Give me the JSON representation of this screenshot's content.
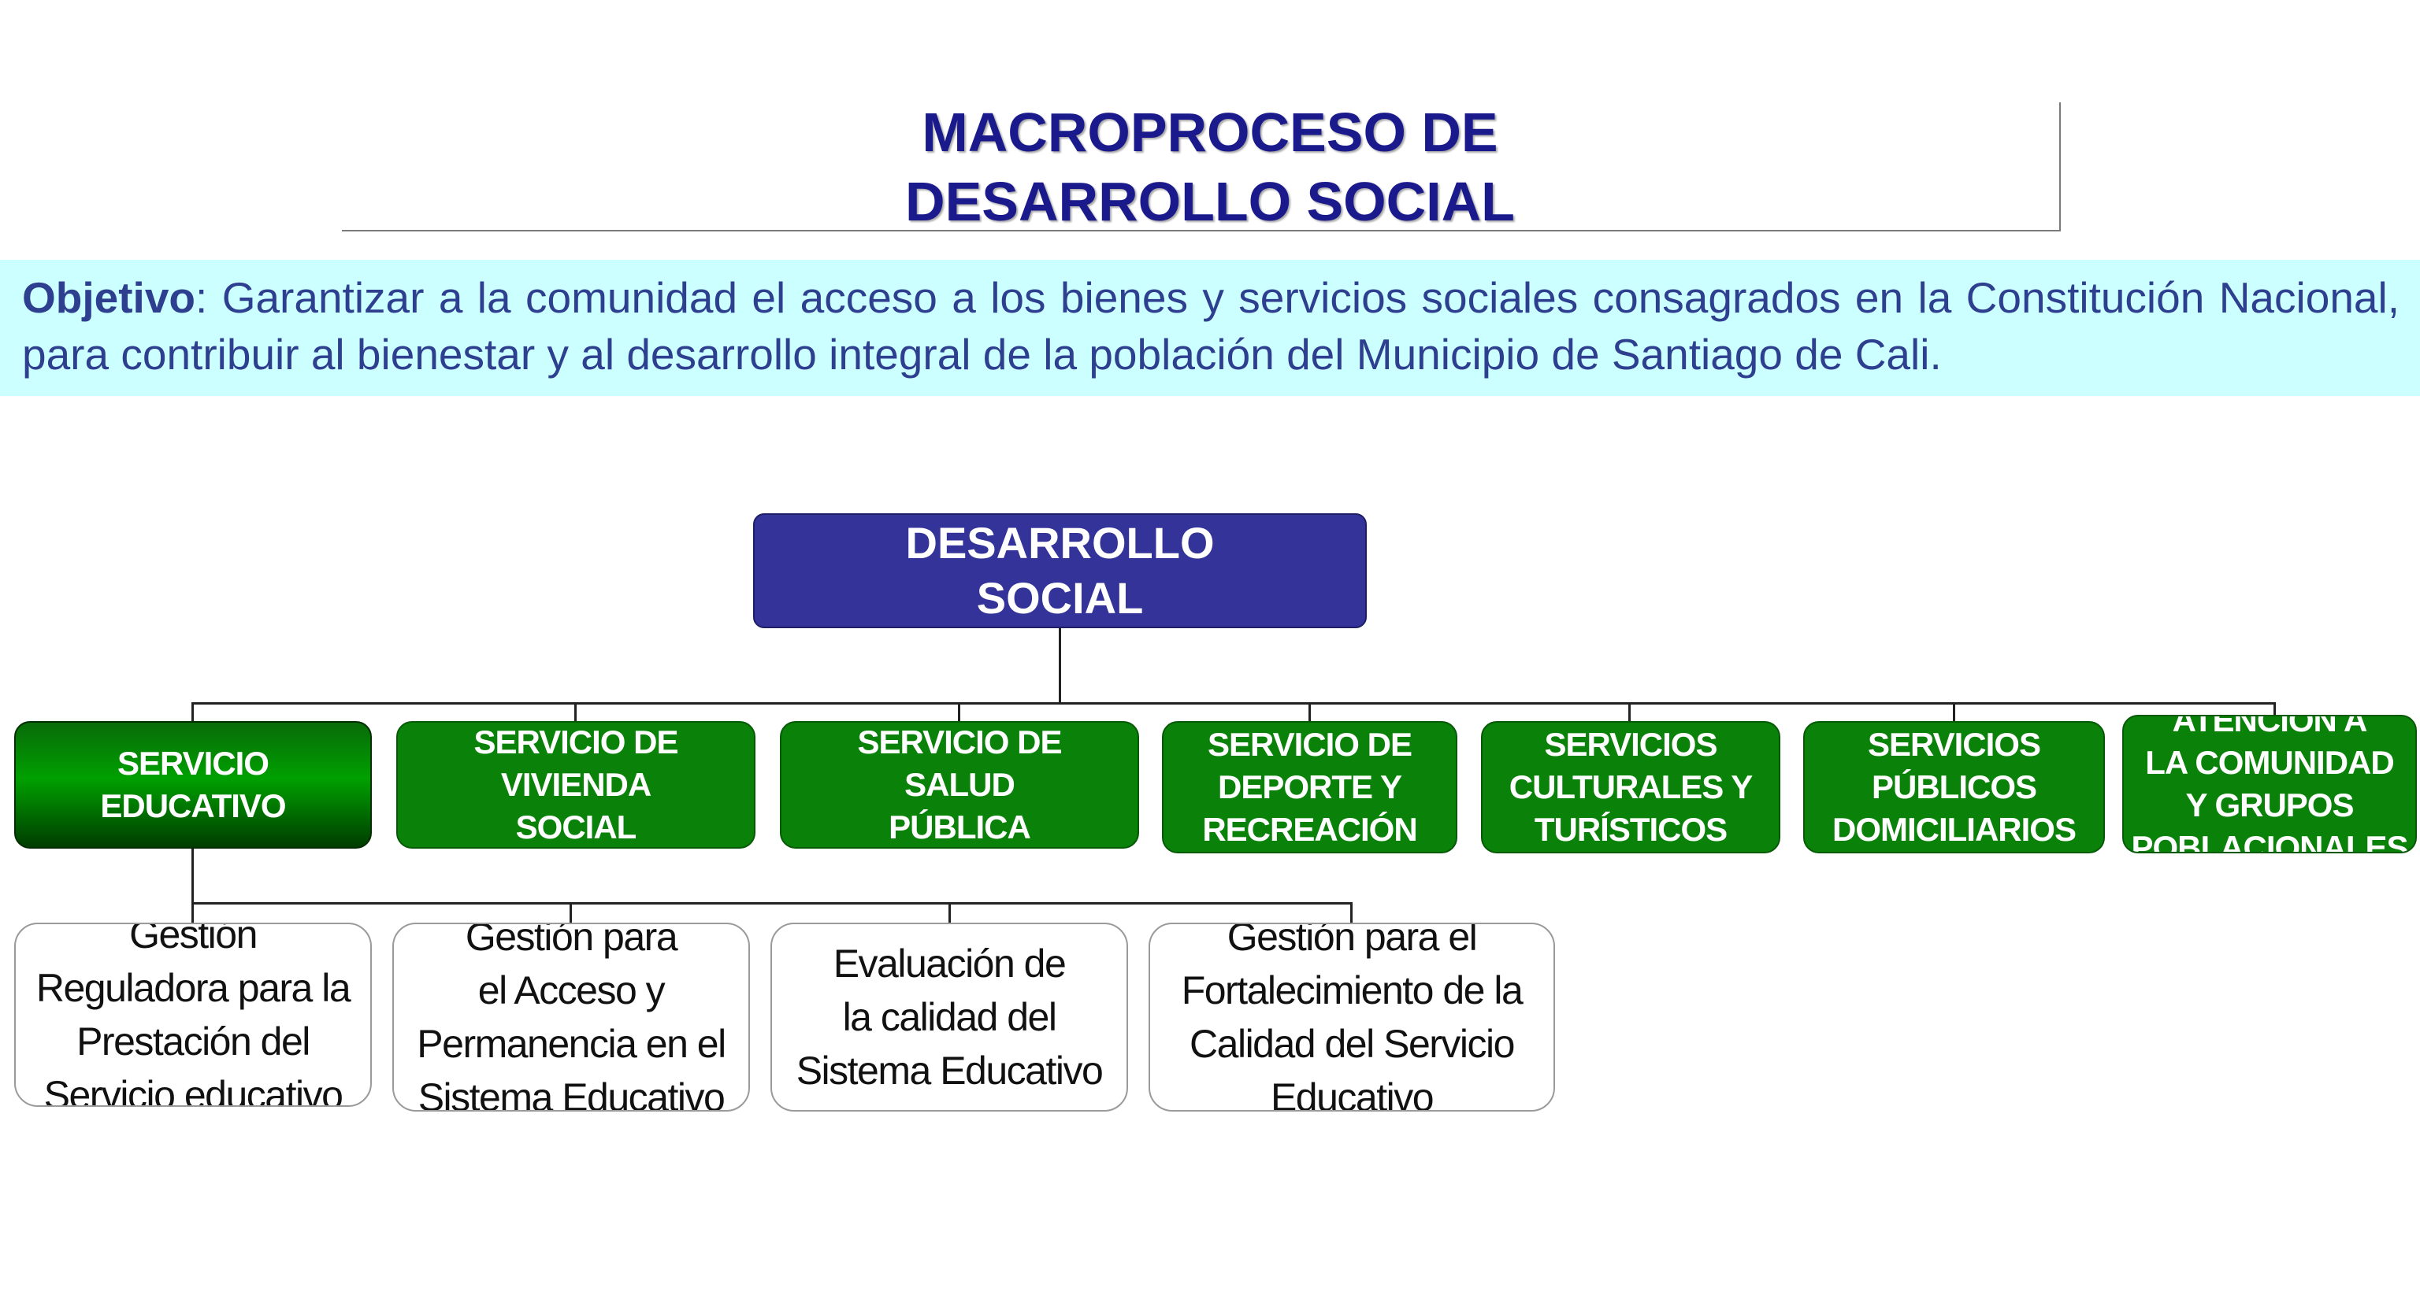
{
  "title": {
    "line1": "MACROPROCESO DE",
    "line2": "DESARROLLO SOCIAL"
  },
  "objective": {
    "lead": "Objetivo",
    "text": ": Garantizar a la comunidad el acceso a los bienes y servicios sociales consagrados en la Constitución Nacional, para contribuir al bienestar y al desarrollo integral de la población del Municipio de Santiago de Cali."
  },
  "root": {
    "label": "DESARROLLO\n SOCIAL"
  },
  "services": [
    {
      "label": "SERVICIO\nEDUCATIVO",
      "selected": true
    },
    {
      "label": "SERVICIO DE\nVIVIENDA\nSOCIAL"
    },
    {
      "label": "SERVICIO DE\nSALUD\nPÚBLICA"
    },
    {
      "label": "SERVICIO DE\nDEPORTE Y\nRECREACIÓN"
    },
    {
      "label": "SERVICIOS\nCULTURALES Y\nTURÍSTICOS"
    },
    {
      "label": "SERVICIOS\nPÚBLICOS\nDOMICILIARIOS"
    },
    {
      "label": "ATENCIÓN A\nLA  COMUNIDAD\nY GRUPOS\nPOBLACIONALES"
    }
  ],
  "subprocesses": [
    {
      "label": "Gestión\nReguladora para la\nPrestación del\nServicio educativo"
    },
    {
      "label": "Gestión para\nel Acceso y\nPermanencia en el\nSistema Educativo"
    },
    {
      "label": "Evaluación de\nla calidad del\nSistema Educativo"
    },
    {
      "label": "Gestión para el\nFortalecimiento de la\nCalidad del Servicio\nEducativo"
    }
  ],
  "colors": {
    "title": "#1a1a8c",
    "objective_bg": "#ccffff",
    "objective_text": "#2e3f8f",
    "root_bg": "#333399",
    "service_bg": "#0a820a"
  }
}
